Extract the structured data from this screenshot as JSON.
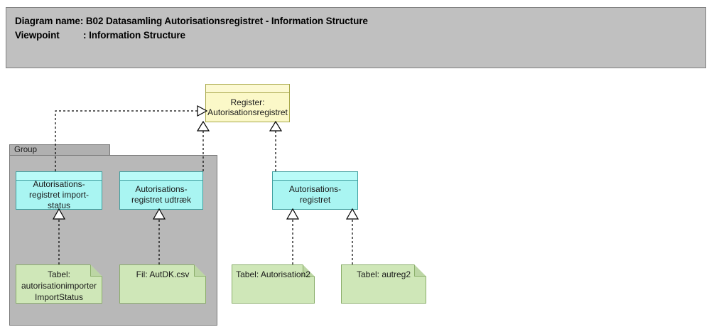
{
  "header": {
    "diagram_name_label": "Diagram name",
    "diagram_name_sep": ":",
    "diagram_name_value": "B02 Datasamling Autorisationsregistret - Information Structure",
    "viewpoint_label": "Viewpoint",
    "viewpoint_sep": ":",
    "viewpoint_value": "Information Structure",
    "background_color": "#c0c0c0",
    "border_color": "#808080"
  },
  "group": {
    "label": "Group",
    "background_color": "#b8b8b8",
    "tab_color": "#b0b0b0",
    "border_color": "#7a7a7a"
  },
  "colors": {
    "data_object_fill": "#a9f5f2",
    "data_object_border": "#3f9f9f",
    "register_fill": "#fbf8c8",
    "register_border": "#a8a84a",
    "artifact_fill": "#cfe7b8",
    "artifact_border": "#8aad6a",
    "connector": "#000000"
  },
  "nodes": {
    "register": {
      "label": "Register: Autorisationsregistret",
      "type": "register"
    },
    "data_objects": [
      {
        "label": "Autorisations-registret import-status",
        "type": "data-object"
      },
      {
        "label": "Autorisations-registret udtræk",
        "type": "data-object"
      },
      {
        "label": "Autorisations-registret",
        "type": "data-object"
      }
    ],
    "artifacts": [
      {
        "label": "Tabel: autorisationimporter ImportStatus",
        "type": "artifact"
      },
      {
        "label": "Fil: AutDK.csv",
        "type": "artifact"
      },
      {
        "label": "Tabel: Autorisation2",
        "type": "artifact"
      },
      {
        "label": "Tabel: autreg2",
        "type": "artifact"
      }
    ]
  },
  "connections": [
    {
      "from": "Autorisations-registret import-status",
      "to": "Register: Autorisationsregistret",
      "style": "dashed",
      "arrow": "hollow-triangle"
    },
    {
      "from": "Autorisations-registret udtræk",
      "to": "Register: Autorisationsregistret",
      "style": "dashed",
      "arrow": "hollow-triangle"
    },
    {
      "from": "Autorisations-registret",
      "to": "Register: Autorisationsregistret",
      "style": "dashed",
      "arrow": "hollow-triangle"
    },
    {
      "from": "Tabel: autorisationimporter ImportStatus",
      "to": "Autorisations-registret import-status",
      "style": "dashed",
      "arrow": "hollow-triangle"
    },
    {
      "from": "Fil: AutDK.csv",
      "to": "Autorisations-registret udtræk",
      "style": "dashed",
      "arrow": "hollow-triangle"
    },
    {
      "from": "Tabel: Autorisation2",
      "to": "Autorisations-registret",
      "style": "dashed",
      "arrow": "hollow-triangle"
    },
    {
      "from": "Tabel: autreg2",
      "to": "Autorisations-registret",
      "style": "dashed",
      "arrow": "hollow-triangle"
    }
  ]
}
